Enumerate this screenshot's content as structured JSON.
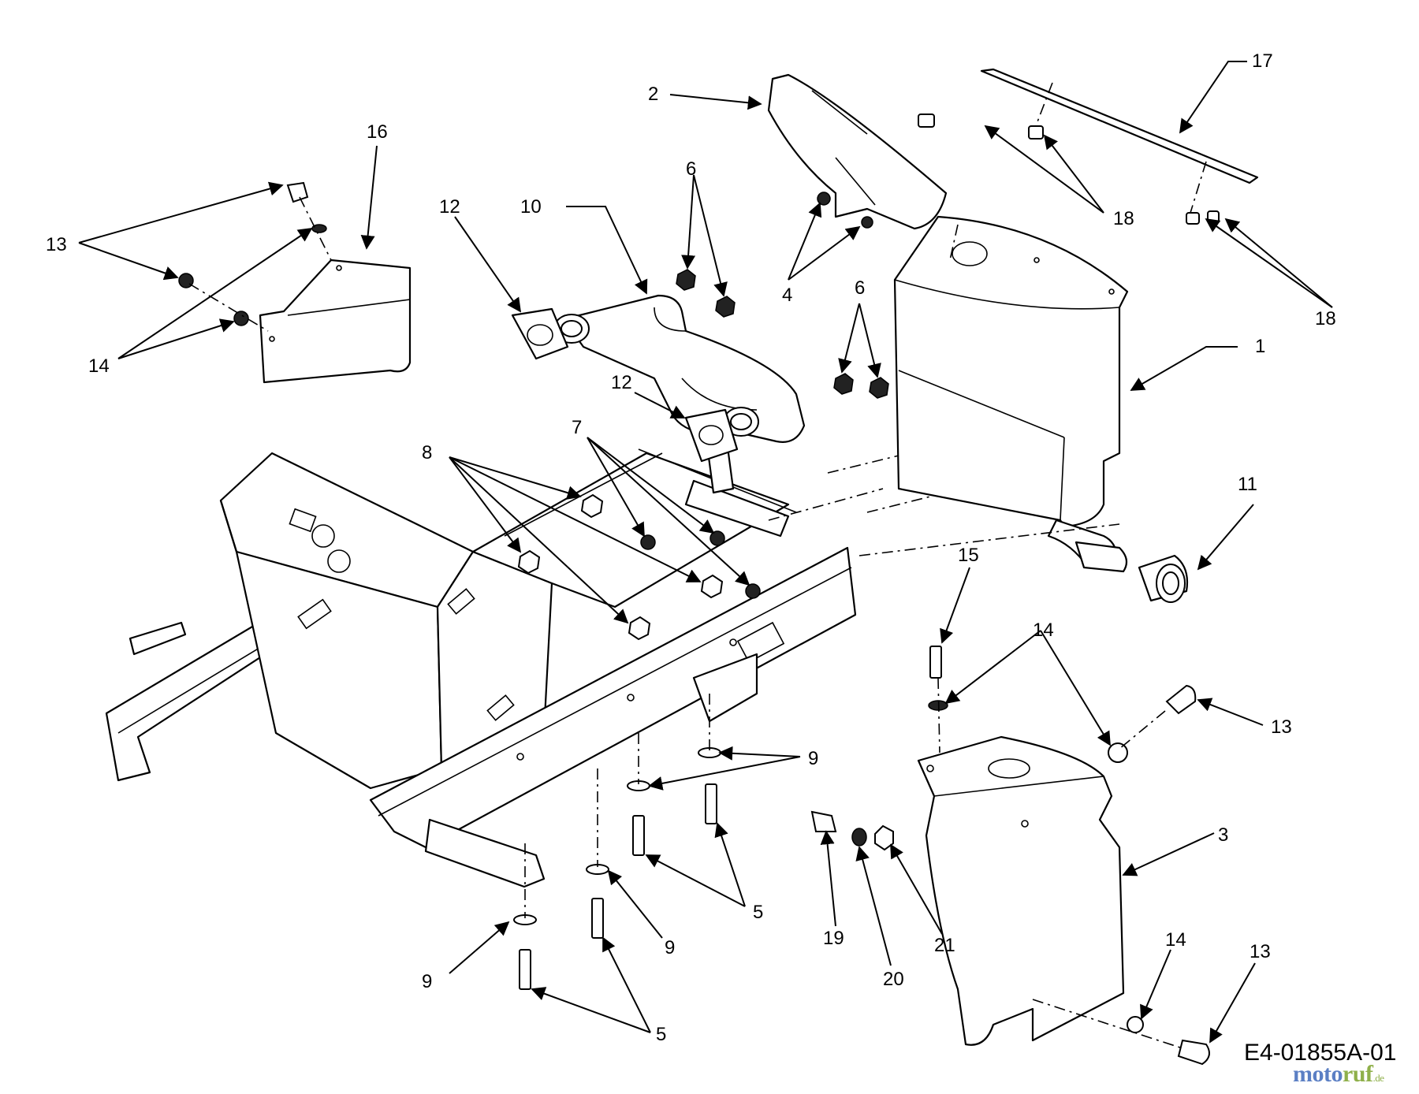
{
  "diagram": {
    "reference": "E4-01855A-01",
    "watermark": {
      "text_a": "moto",
      "text_b": "ruf",
      "tld": ".de"
    },
    "callouts": [
      {
        "id": "c1",
        "label": "1"
      },
      {
        "id": "c2",
        "label": "2"
      },
      {
        "id": "c3",
        "label": "3"
      },
      {
        "id": "c4",
        "label": "4"
      },
      {
        "id": "c5a",
        "label": "5"
      },
      {
        "id": "c5b",
        "label": "5"
      },
      {
        "id": "c6a",
        "label": "6"
      },
      {
        "id": "c6b",
        "label": "6"
      },
      {
        "id": "c7",
        "label": "7"
      },
      {
        "id": "c8",
        "label": "8"
      },
      {
        "id": "c9a",
        "label": "9"
      },
      {
        "id": "c9b",
        "label": "9"
      },
      {
        "id": "c9c",
        "label": "9"
      },
      {
        "id": "c10",
        "label": "10"
      },
      {
        "id": "c11",
        "label": "11"
      },
      {
        "id": "c12a",
        "label": "12"
      },
      {
        "id": "c12b",
        "label": "12"
      },
      {
        "id": "c13a",
        "label": "13"
      },
      {
        "id": "c13b",
        "label": "13"
      },
      {
        "id": "c13c",
        "label": "13"
      },
      {
        "id": "c14a",
        "label": "14"
      },
      {
        "id": "c14b",
        "label": "14"
      },
      {
        "id": "c14c",
        "label": "14"
      },
      {
        "id": "c15",
        "label": "15"
      },
      {
        "id": "c16",
        "label": "16"
      },
      {
        "id": "c17",
        "label": "17"
      },
      {
        "id": "c18a",
        "label": "18"
      },
      {
        "id": "c18b",
        "label": "18"
      },
      {
        "id": "c19",
        "label": "19"
      },
      {
        "id": "c20",
        "label": "20"
      },
      {
        "id": "c21",
        "label": "21"
      }
    ]
  }
}
